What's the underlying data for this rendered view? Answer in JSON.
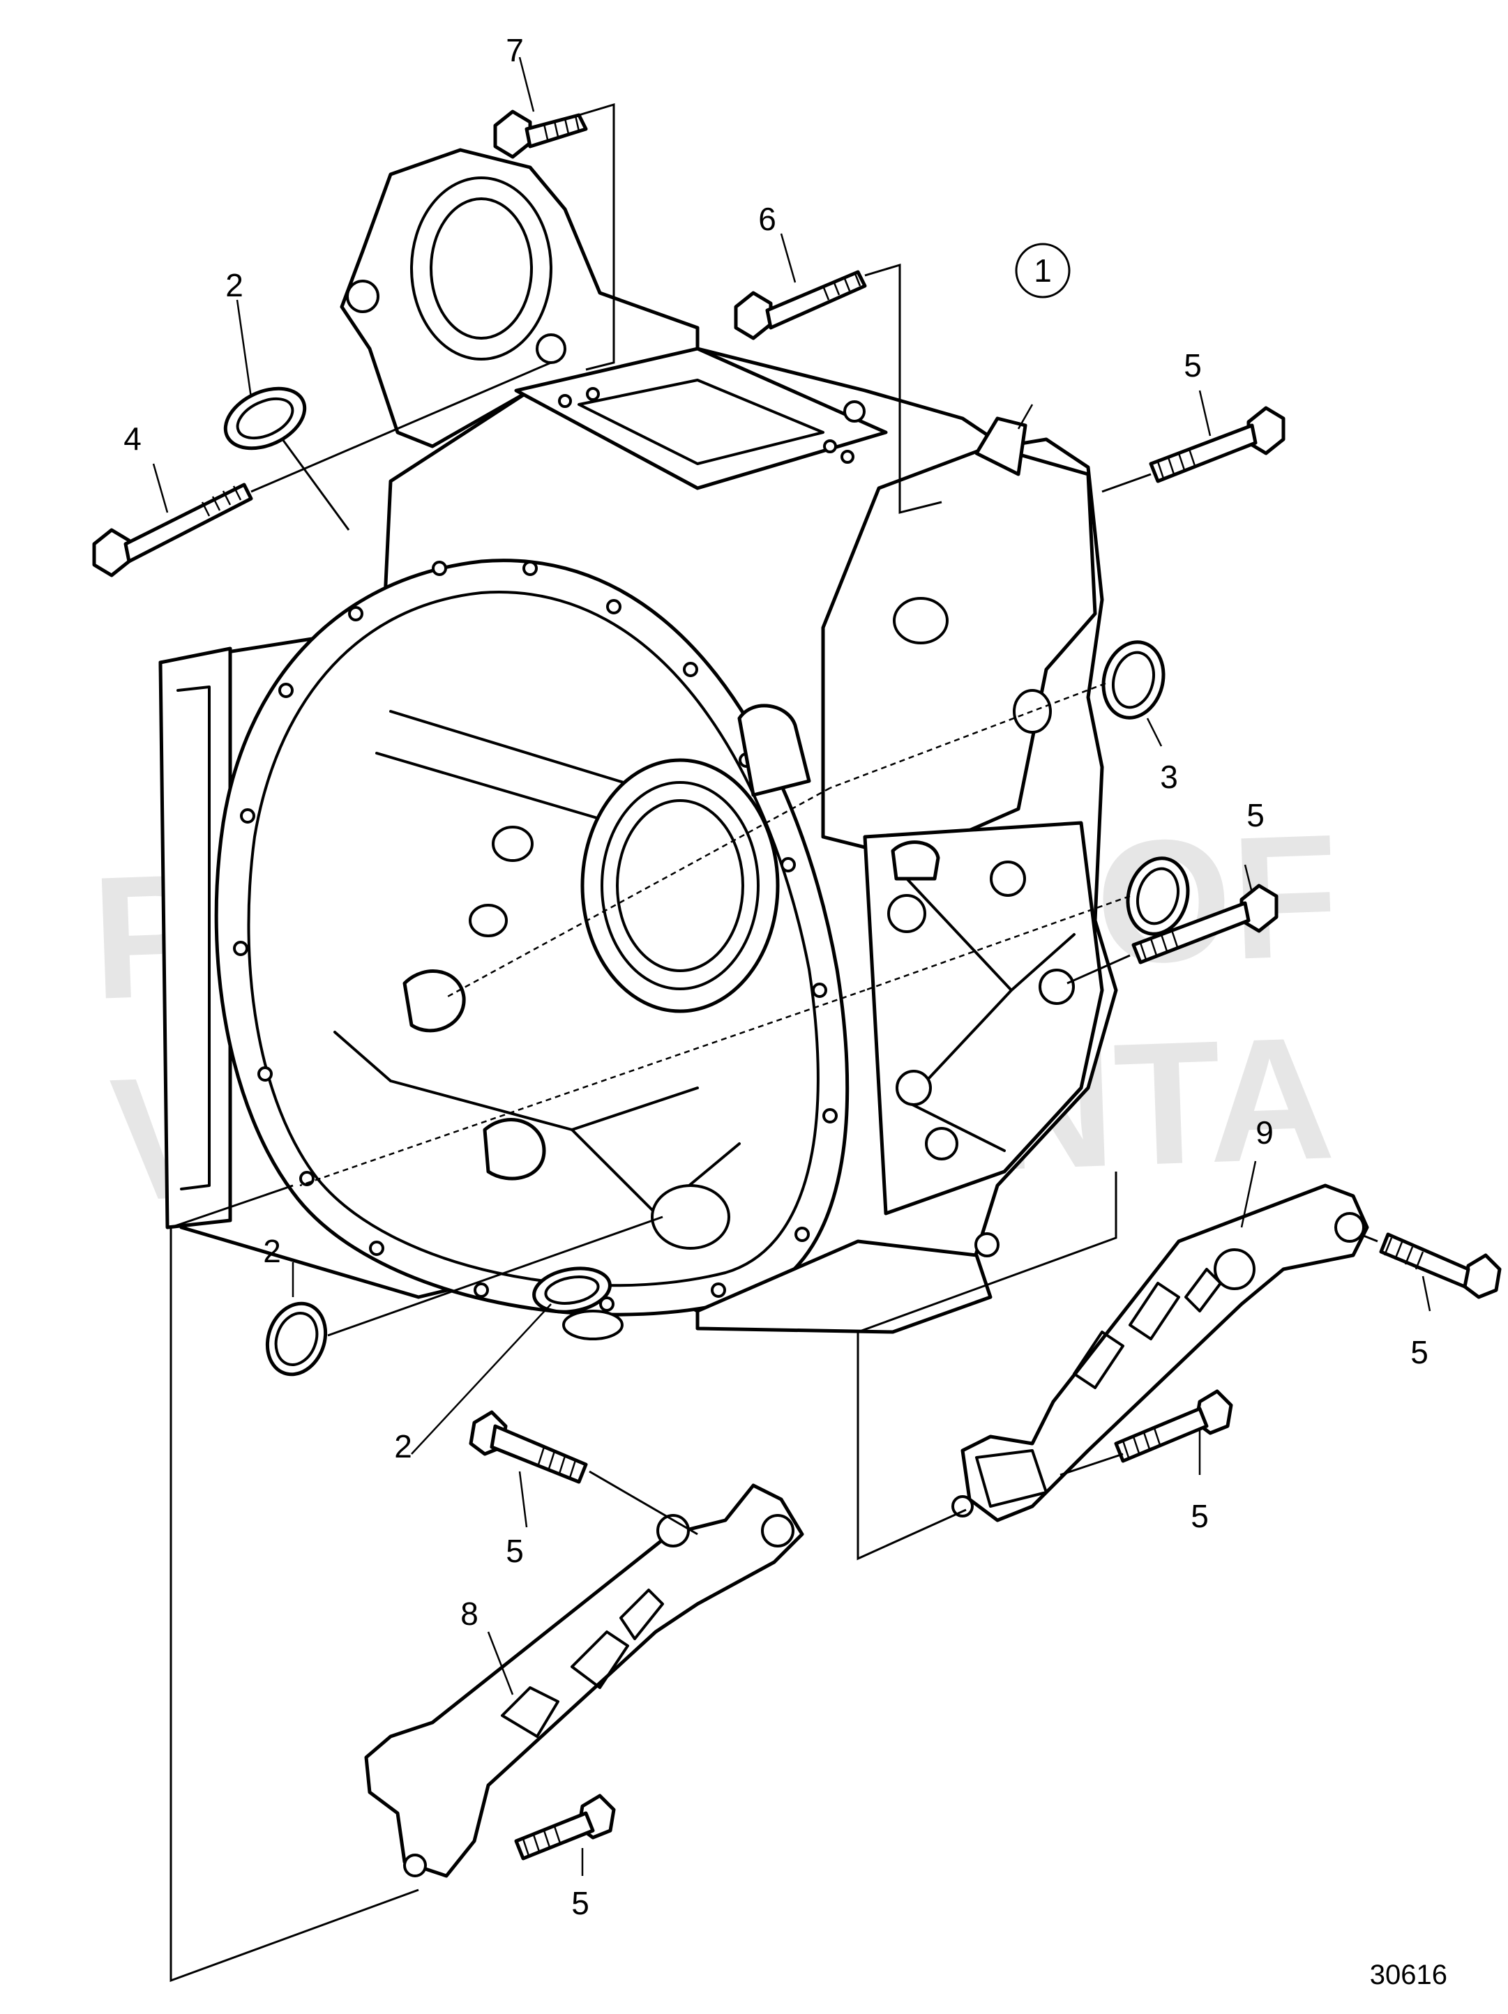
{
  "watermark": {
    "line1": "PROPERTY OF",
    "line2": "VOLVO PENTA"
  },
  "reference_number": "30616",
  "callouts": {
    "c1": "1",
    "c2a": "2",
    "c2b": "2",
    "c2c": "2",
    "c3": "3",
    "c4": "4",
    "c5a": "5",
    "c5b": "5",
    "c5c": "5",
    "c5d": "5",
    "c5e": "5",
    "c5f": "5",
    "c6": "6",
    "c7": "7",
    "c8": "8",
    "c9": "9"
  }
}
